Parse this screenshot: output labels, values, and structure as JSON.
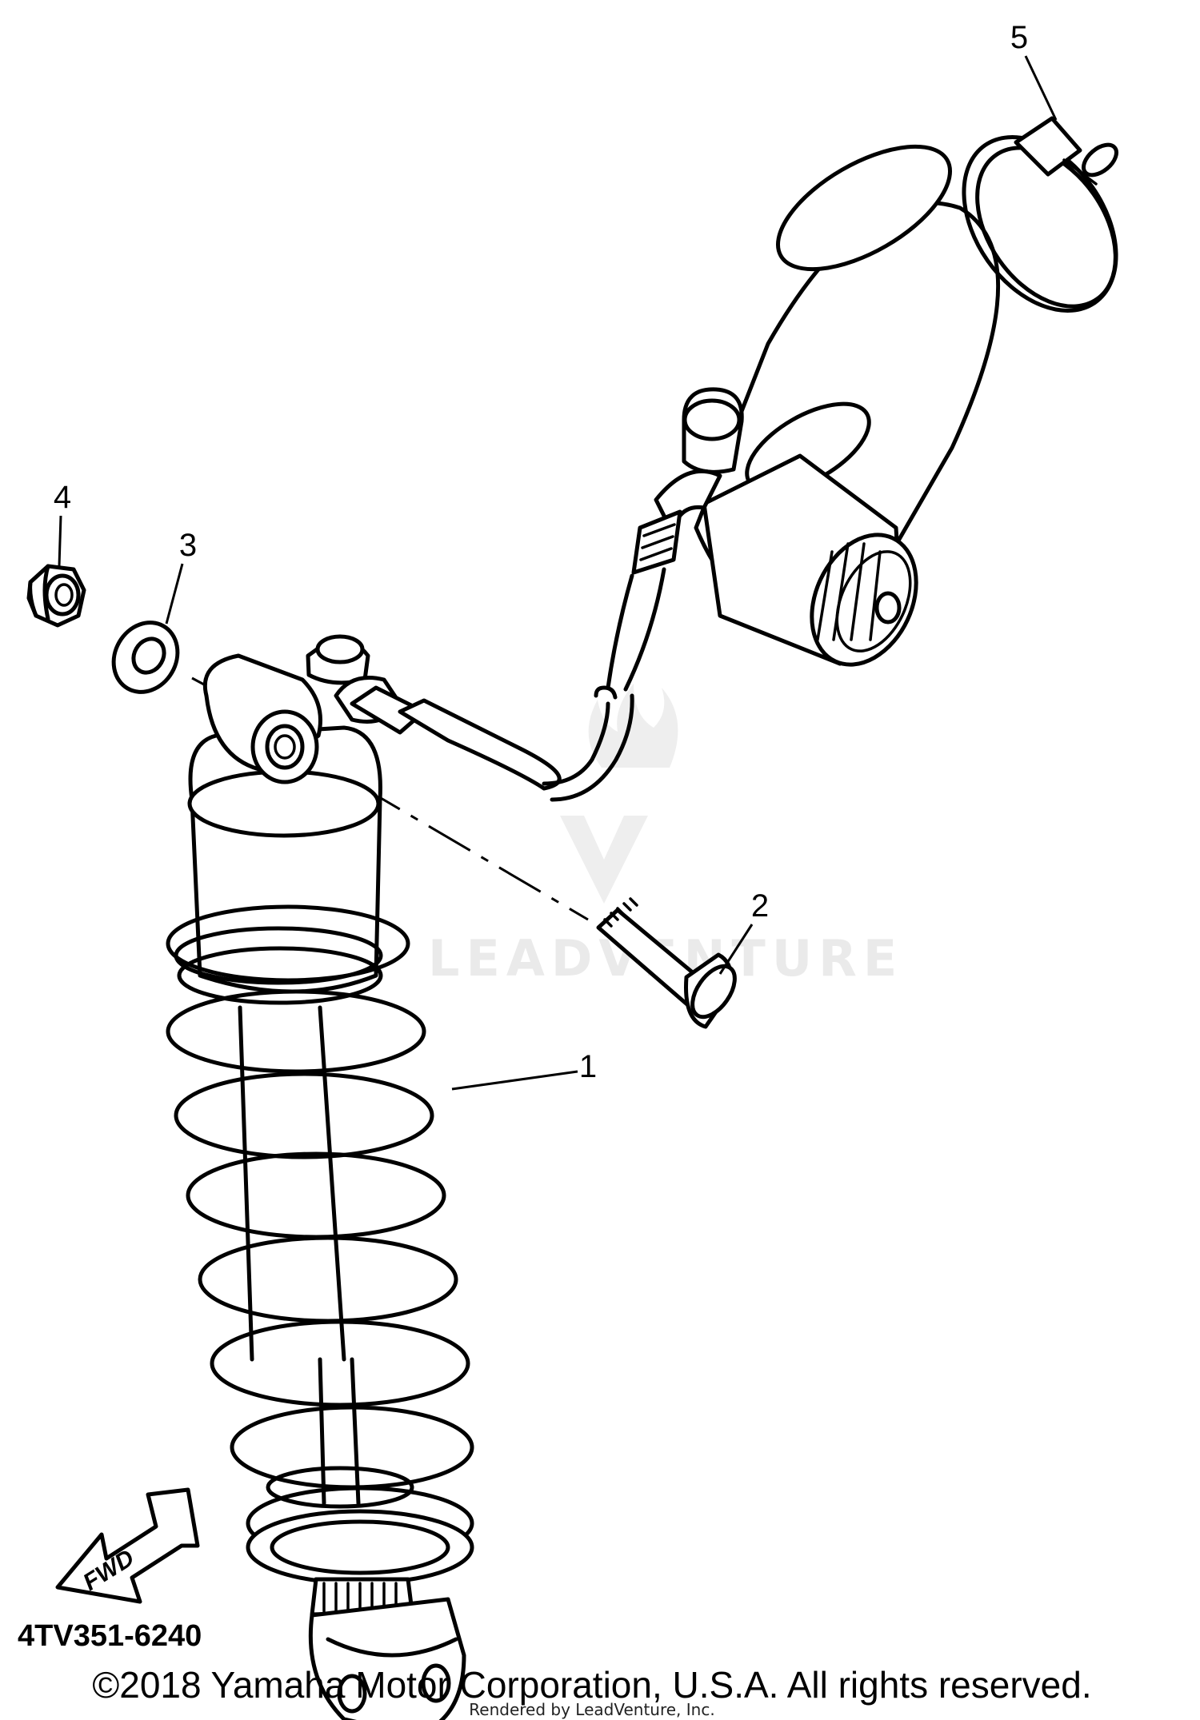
{
  "diagram": {
    "part_code": "4TV351-6240",
    "copyright": "©2018 Yamaha Motor Corporation, U.S.A. All rights reserved.",
    "rendered_by": "Rendered by LeadVenture, Inc.",
    "watermark": "LEADVENTURE",
    "direction_arrow": "FWD",
    "callouts": [
      {
        "label": "1"
      },
      {
        "label": "2"
      },
      {
        "label": "3"
      },
      {
        "label": "4"
      },
      {
        "label": "5"
      }
    ]
  }
}
